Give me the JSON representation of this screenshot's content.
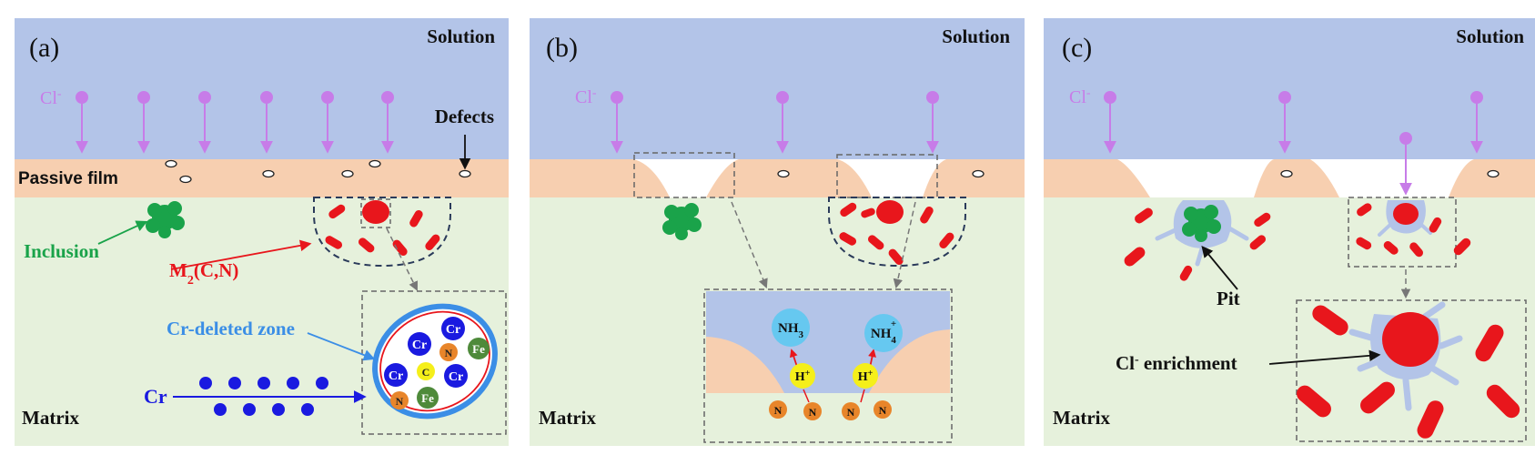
{
  "panels": [
    {
      "letter": "(a)",
      "solution": "Solution",
      "passive_film": "Passive film",
      "matrix": "Matrix",
      "chloride_prefix": "Cl",
      "chloride_sup": "-",
      "defects": "Defects",
      "inclusion": "Inclusion",
      "carbonitride_prefix": "M",
      "carbonitride_sub": "2",
      "carbonitride_suffix": "(C,N)",
      "cr_depleted_zone": "Cr-deleted zone",
      "cr_label": "Cr",
      "zone_atoms": [
        "Cr",
        "Cr",
        "Cr",
        "Cr",
        "N",
        "Fe",
        "C",
        "N",
        "Fe"
      ]
    },
    {
      "letter": "(b)",
      "solution": "Solution",
      "matrix": "Matrix",
      "chloride_prefix": "Cl",
      "chloride_sup": "-",
      "nh3_prefix": "NH",
      "nh3_sub": "3",
      "nh4_prefix": "NH",
      "nh4_sub": "4",
      "nh4_sup": "+",
      "h_plus_prefix": "H",
      "h_plus_sup": "+",
      "n_atom": "N"
    },
    {
      "letter": "(c)",
      "solution": "Solution",
      "matrix": "Matrix",
      "chloride_prefix": "Cl",
      "chloride_sup": "-",
      "pit": "Pit",
      "enrichment_prefix": "Cl",
      "enrichment_sup": "-",
      "enrichment_suffix": " enrichment"
    }
  ],
  "colors": {
    "solution": "#b3c4e8",
    "passive_film": "#f7cfb0",
    "matrix": "#e6f1dc",
    "chloride": "#c77ce8",
    "inclusion": "#1aa34a",
    "carbonitride": "#e8161c",
    "chromium": "#1a1ae0",
    "cr_zone_ring": "#3b8ee6",
    "ammonia": "#66c8f0",
    "hydrogen": "#f5ef1a",
    "nitrogen_atom": "#e8852a",
    "iron_atom": "#4e8a3a"
  }
}
